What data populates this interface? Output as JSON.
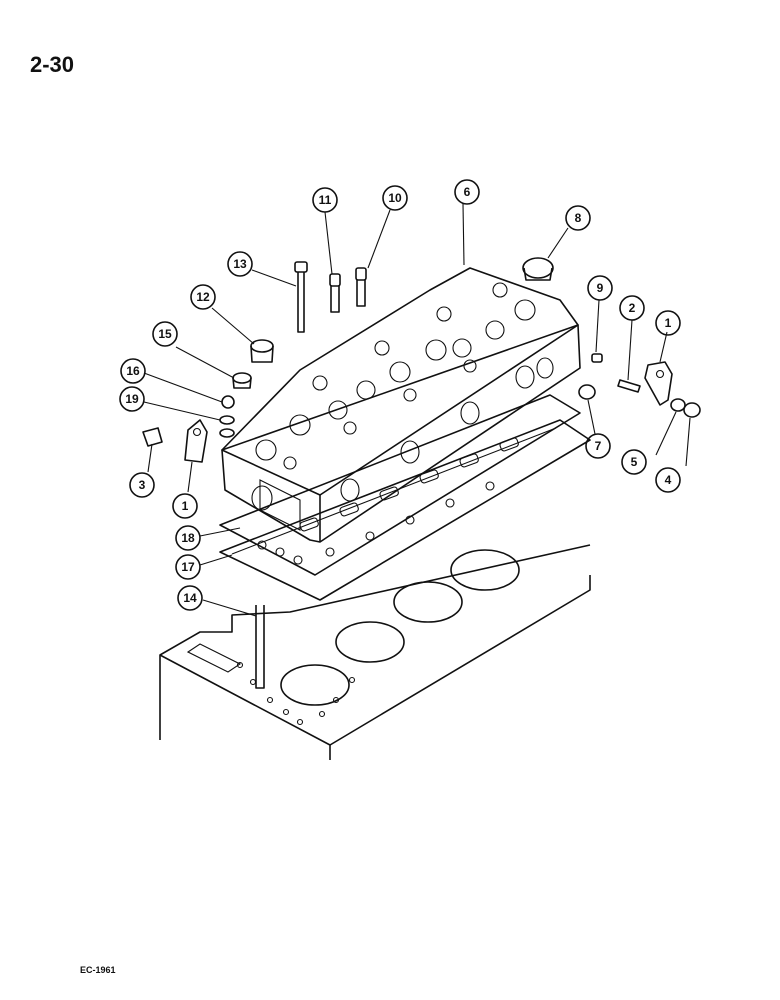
{
  "page": {
    "number": "2-30",
    "figure_code": "EC-1961"
  },
  "callouts": [
    "1",
    "1",
    "2",
    "3",
    "4",
    "5",
    "6",
    "7",
    "8",
    "9",
    "10",
    "11",
    "12",
    "13",
    "14",
    "15",
    "16",
    "17",
    "18",
    "19"
  ]
}
